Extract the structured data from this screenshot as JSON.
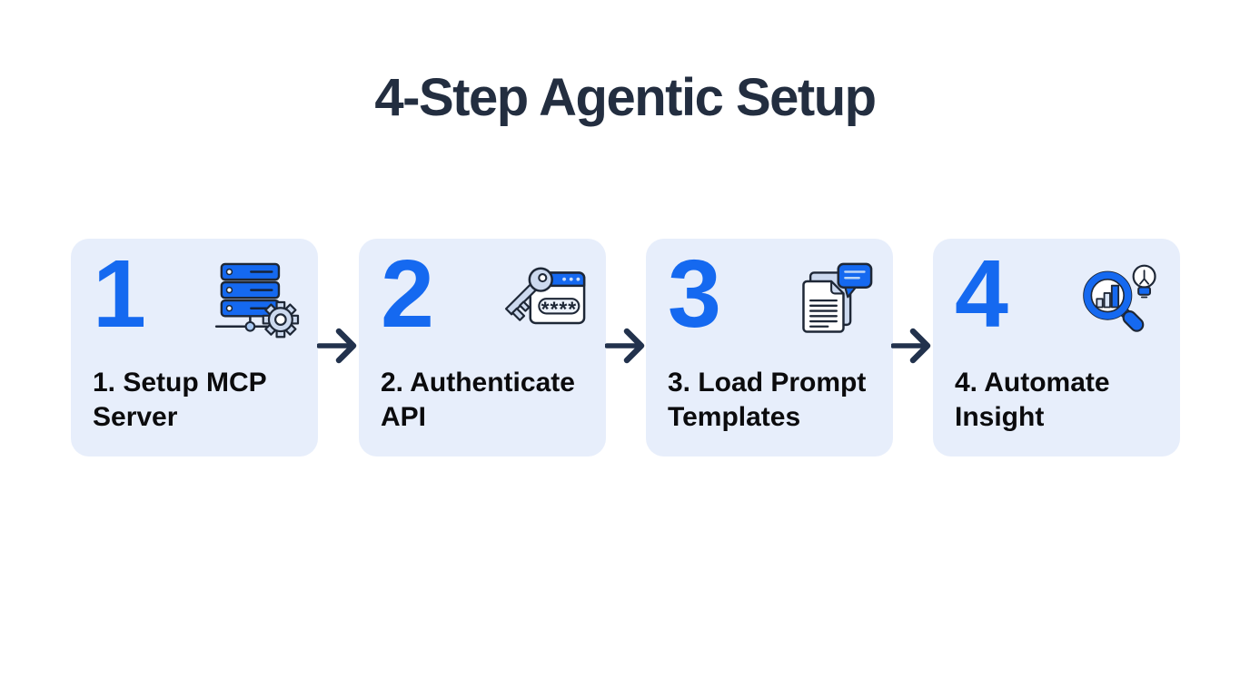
{
  "page": {
    "title": "4-Step Agentic Setup"
  },
  "colors": {
    "accent_blue": "#1569f0",
    "card_background": "#e7eefb",
    "title_color": "#232e40",
    "arrow_color": "#22324d",
    "icon_outline": "#1e2736",
    "icon_light_fill": "#ccd9ee",
    "label_color": "#0b0b0d",
    "page_background": "#ffffff"
  },
  "steps": [
    {
      "number": "1",
      "label": "1. Setup MCP Server",
      "label_lines": [
        "1. Setup MCP",
        "Server"
      ],
      "icon": "server-gear-icon"
    },
    {
      "number": "2",
      "label": "2. Authenticate API",
      "label_lines": [
        "2. Authenticate",
        "API"
      ],
      "icon": "key-password-icon"
    },
    {
      "number": "3",
      "label": "3. Load Prompt Templates",
      "label_lines": [
        "3. Load Prompt",
        "Templates"
      ],
      "icon": "documents-chat-icon"
    },
    {
      "number": "4",
      "label": "4. Automate Insight",
      "label_lines": [
        "4. Automate",
        "Insight"
      ],
      "icon": "magnifier-chart-bulb-icon"
    }
  ],
  "password_mask": "****",
  "arrows": {
    "direction": "right",
    "count": 3
  }
}
